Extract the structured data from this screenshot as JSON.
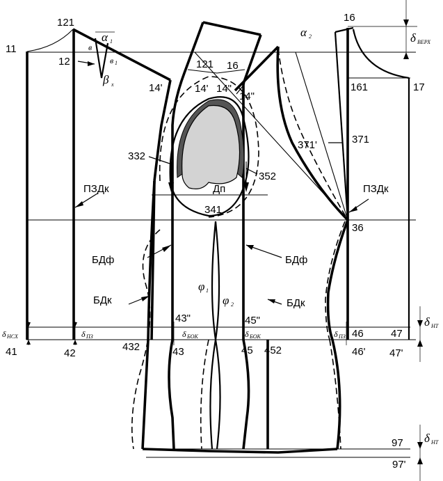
{
  "points": {
    "p11": "11",
    "p121_left": "121",
    "p12": "12",
    "p14p_left": "14'",
    "p121_center": "121",
    "p16_center": "16",
    "p14p_center": "14'",
    "p14pp_center": "14\"",
    "p14pp_right": "14\"",
    "p16_right": "16",
    "p17": "17",
    "p161": "161",
    "p371p": "371'",
    "p371": "371",
    "p332": "332",
    "p352": "352",
    "p341": "341",
    "p36": "36",
    "p41": "41",
    "p42": "42",
    "p432": "432",
    "p43": "43",
    "p43pp": "43\"",
    "p45": "45",
    "p45pp": "45\"",
    "p452": "452",
    "p46": "46",
    "p46p": "46'",
    "p47": "47",
    "p47p": "47'",
    "p97": "97",
    "p97p": "97'"
  },
  "labels": {
    "pzdk_left": "ПЗДк",
    "pzdk_right": "ПЗДк",
    "bdf_left": "БДф",
    "bdf_right": "БДф",
    "bdk_left": "БДк",
    "bdk_right": "БДк",
    "dp": "Дп"
  },
  "greek": {
    "alpha1": "α",
    "alpha1_sub": "1",
    "alpha2": "α",
    "alpha2_sub": "2",
    "beta": "β",
    "beta_sub": "х",
    "phi1": "φ",
    "phi1_sub": "1",
    "phi2": "φ",
    "phi2_sub": "2",
    "v": "в",
    "v1": "в",
    "v1_sub": "1",
    "delta_verh": "δ",
    "delta_verh_sub": "ВЕРХ",
    "delta_nt_top": "δ",
    "delta_nt_top_sub": "НТ",
    "delta_nt_bottom": "δ",
    "delta_nt_bottom_sub": "НТ",
    "delta_nsh": "δ",
    "delta_nsh_sub": "НСХ",
    "delta_pz": "δ",
    "delta_pz_sub": "ПЗ",
    "delta_bok_left": "δ",
    "delta_bok_left_sub": "БОК",
    "delta_bok_right": "δ",
    "delta_bok_right_sub": "БОК",
    "delta_pz_right": "δ",
    "delta_pz_right_sub": "ПЗ"
  }
}
